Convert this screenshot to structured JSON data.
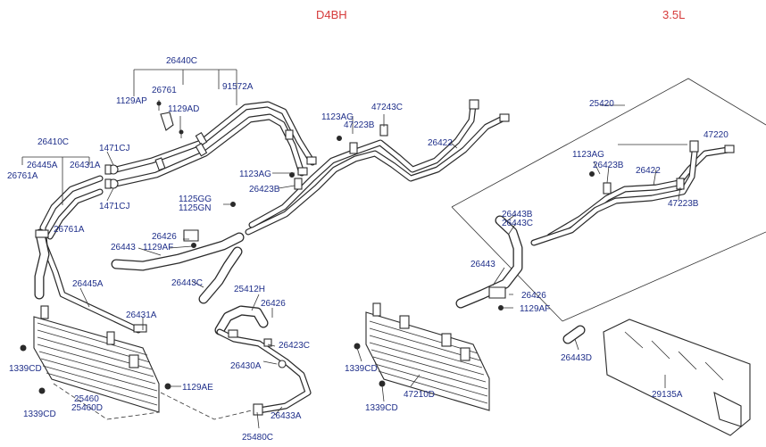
{
  "header": {
    "engine": "D4BH",
    "displacement": "3.5L"
  },
  "labels": {
    "l26440C": "26440C",
    "l1129AP": "1129AP",
    "l26761": "26761",
    "l1129AD": "1129AD",
    "l91572A": "91572A",
    "l26410C": "26410C",
    "l26445A": "26445A",
    "l26431A_top": "26431A",
    "l26761A_left": "26761A",
    "l1471CJ_top": "1471CJ",
    "l1471CJ_bot": "1471CJ",
    "l26761A": "26761A",
    "l1123AG_top": "1123AG",
    "l47223B_top": "47223B",
    "l47243C": "47243C",
    "l26422_top": "26422",
    "l1123AG_mid": "1123AG",
    "l26423B_mid": "26423B",
    "l1125GG": "1125GG",
    "l1125GN": "1125GN",
    "l26426_mid": "26426",
    "l1129AF_mid": "1129AF",
    "l26443": "26443",
    "l26443C_mid": "26443C",
    "l26445A_low": "26445A",
    "l26431A_low": "26431A",
    "l1339CD_a": "1339CD",
    "l1339CD_b": "1339CD",
    "l25460": "25460",
    "l25460D": "25460D",
    "l1129AE": "1129AE",
    "l25412H": "25412H",
    "l26426_low": "26426",
    "l26423C": "26423C",
    "l26430A": "26430A",
    "l26433A": "26433A",
    "l25480C": "25480C",
    "l25420": "25420",
    "l47220": "47220",
    "l1123AG_r": "1123AG",
    "l26423B_r": "26423B",
    "l26422_r": "26422",
    "l47223B_r": "47223B",
    "l26443B": "26443B",
    "l26443C_r": "26443C",
    "l26443_r": "26443",
    "l26426_r": "26426",
    "l1129AF_r": "1129AF",
    "l1339CD_c": "1339CD",
    "l1339CD_d": "1339CD",
    "l47210D": "47210D",
    "l26443D": "26443D",
    "l29135A": "29135A"
  }
}
